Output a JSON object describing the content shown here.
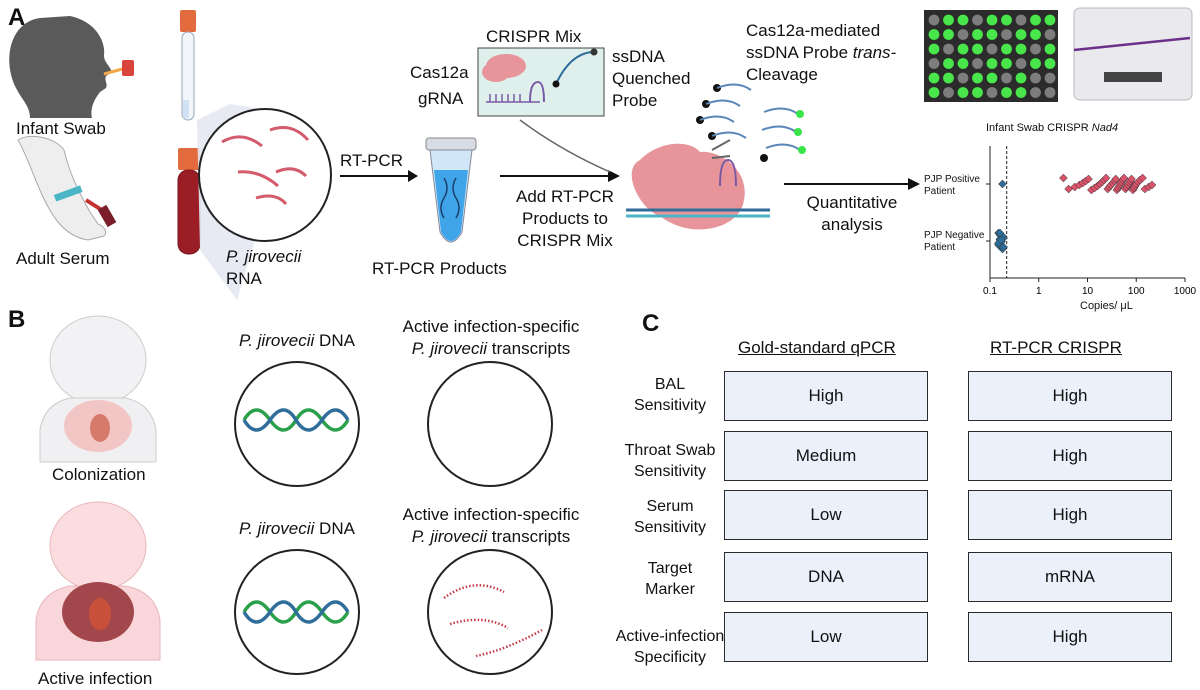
{
  "panel_a": {
    "letter": "A",
    "infant_swab": "Infant Swab",
    "adult_serum": "Adult Serum",
    "rna_species": "P. jirovecii",
    "rna_word": "RNA",
    "rt_pcr": "RT-PCR",
    "rt_pcr_products": "RT-PCR Products",
    "crispr_mix": "CRISPR Mix",
    "cas12a": "Cas12a",
    "grna": "gRNA",
    "ssdna_l1": "ssDNA",
    "ssdna_l2": "Quenched",
    "ssdna_l3": "Probe",
    "add_l1": "Add RT-PCR",
    "add_l2": "Products to",
    "add_l3": "CRISPR Mix",
    "cleave_l1": "Cas12a-mediated",
    "cleave_l2a": "ssDNA Probe ",
    "cleave_l2b": "trans-",
    "cleave_l3": "Cleavage",
    "quant_l1": "Quantitative",
    "quant_l2": "analysis"
  },
  "chart_data": {
    "type": "scatter",
    "title_prefix": "Infant Swab CRISPR ",
    "title_italic": "Nad4",
    "xlabel": "Copies/ μL",
    "x_scale": "log",
    "xlim": [
      0.1,
      1000
    ],
    "x_ticks": [
      "0.1",
      "1",
      "10",
      "100",
      "1000"
    ],
    "threshold": 0.22,
    "series": [
      {
        "name_l1": "PJP Positive",
        "name_l2": "Patient",
        "color": "#d9536a",
        "values": [
          3.2,
          4.1,
          5.5,
          6.8,
          8.0,
          9.2,
          10.5,
          12,
          14,
          16,
          18,
          20,
          22,
          24,
          26,
          28,
          30,
          33,
          36,
          38,
          40,
          42,
          45,
          48,
          50,
          53,
          56,
          60,
          64,
          68,
          72,
          76,
          80,
          85,
          90,
          95,
          100,
          110,
          120,
          135,
          150,
          180,
          210
        ]
      },
      {
        "name_l1": "PJP Negative",
        "name_l2": "Patient",
        "color": "#2f6e9a",
        "values": [
          0.15,
          0.16,
          0.17,
          0.18,
          0.15,
          0.16,
          0.17,
          0.18,
          0.19,
          0.15,
          0.16,
          0.17,
          0.18,
          0.16,
          0.17,
          0.18,
          0.15,
          0.16,
          0.17,
          0.19
        ]
      },
      {
        "name_l1": "",
        "name_l2": "",
        "color": "#2f6e9a",
        "values": [
          0.18
        ]
      }
    ]
  },
  "panel_b": {
    "letter": "B",
    "colonization": "Colonization",
    "active_infection": "Active infection",
    "dna_species": "P. jirovecii",
    "dna_word": " DNA",
    "trans_l1": "Active infection-specific",
    "trans_species": "P. jirovecii",
    "trans_word": " transcripts"
  },
  "panel_c": {
    "letter": "C",
    "col1": "Gold-standard qPCR",
    "col2": "RT-PCR CRISPR",
    "rows": [
      {
        "l1": "BAL",
        "l2": "Sensitivity",
        "v1": "High",
        "v2": "High"
      },
      {
        "l1": "Throat Swab",
        "l2": "Sensitivity",
        "v1": "Medium",
        "v2": "High"
      },
      {
        "l1": "Serum",
        "l2": "Sensitivity",
        "v1": "Low",
        "v2": "High"
      },
      {
        "l1": "Target",
        "l2": "Marker",
        "v1": "DNA",
        "v2": "mRNA"
      },
      {
        "l1": "Active-infection",
        "l2": "Specificity",
        "v1": "Low",
        "v2": "High"
      }
    ]
  }
}
